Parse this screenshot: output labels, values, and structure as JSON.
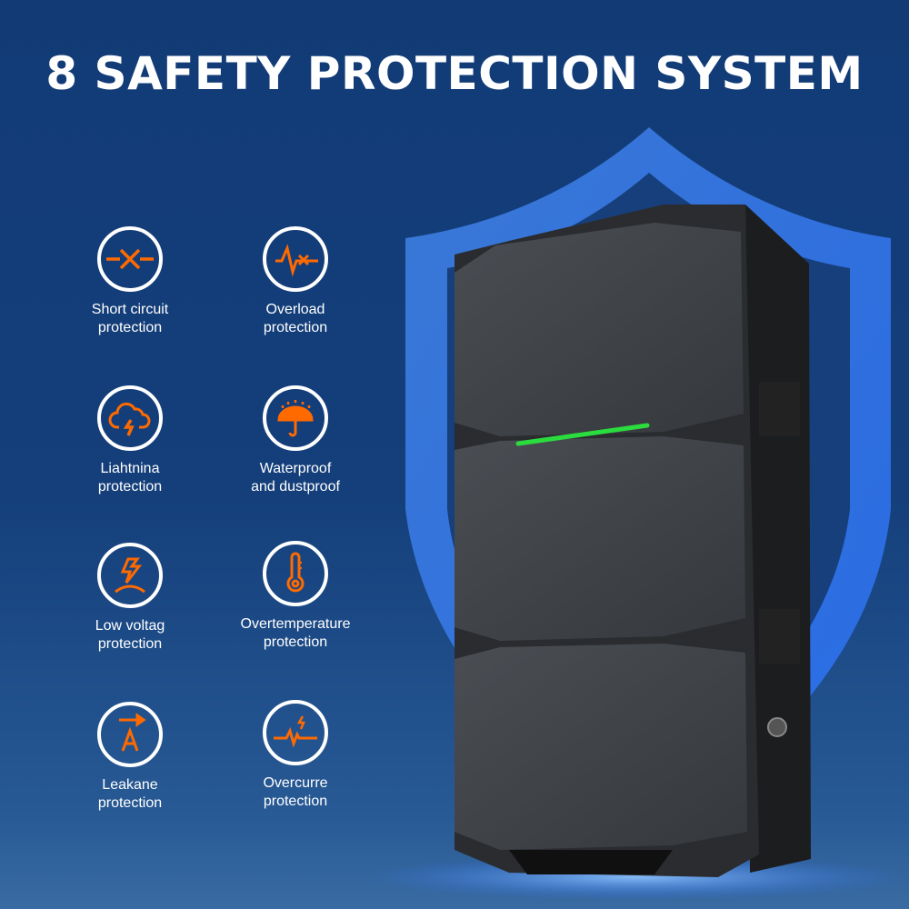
{
  "title": "8 SAFETY PROTECTION SYSTEM",
  "accent_color": "#ff6a00",
  "features": [
    {
      "icon": "short-circuit-icon",
      "line1": "Short circuit",
      "line2": "protection"
    },
    {
      "icon": "overload-icon",
      "line1": "Overload",
      "line2": "protection"
    },
    {
      "icon": "lightning-cloud-icon",
      "line1": "Liahtnina",
      "line2": "protection"
    },
    {
      "icon": "umbrella-rain-icon",
      "line1": "Waterproof",
      "line2": "and dustproof"
    },
    {
      "icon": "low-voltage-icon",
      "line1": "Low voltag",
      "line2": "protection"
    },
    {
      "icon": "thermometer-icon",
      "line1": "Overtemperature",
      "line2": "protection"
    },
    {
      "icon": "ammeter-arrow-icon",
      "line1": "Leakane",
      "line2": "protection"
    },
    {
      "icon": "overcurrent-wave-icon",
      "line1": "Overcurre",
      "line2": "protection"
    }
  ]
}
